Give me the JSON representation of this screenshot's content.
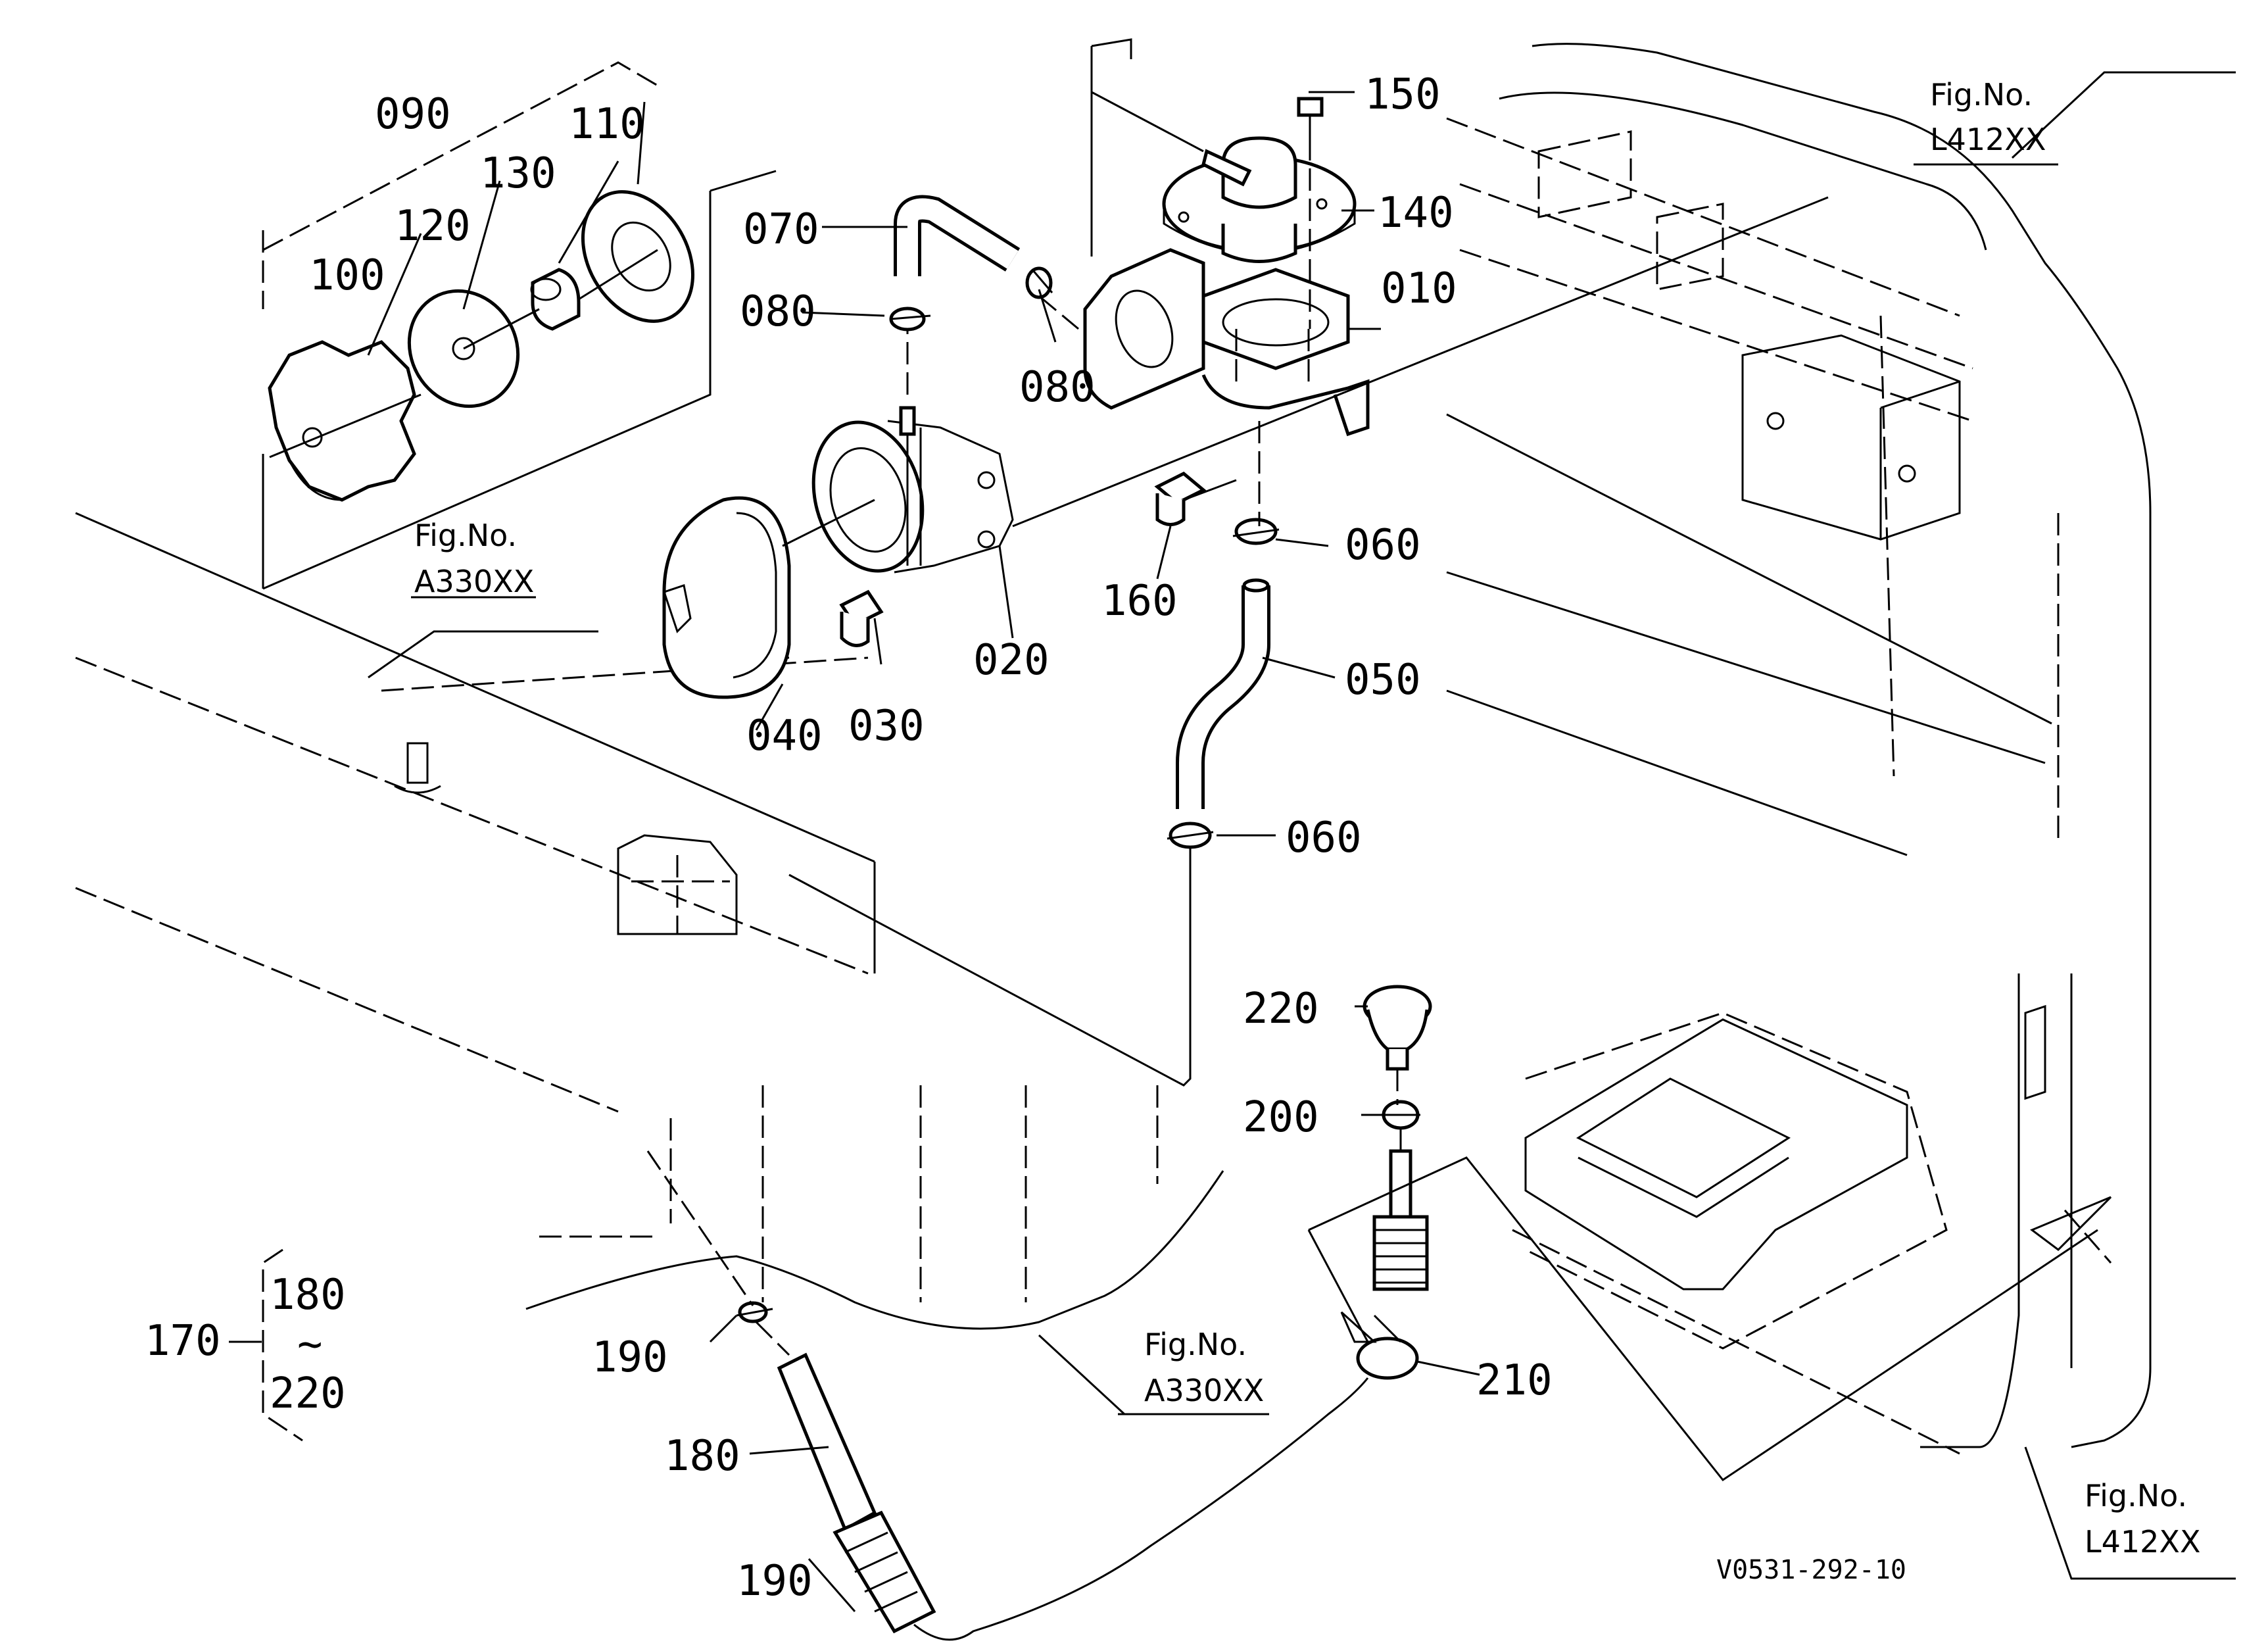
{
  "diagram": {
    "callouts": [
      {
        "id": "c010",
        "label": "010"
      },
      {
        "id": "c020",
        "label": "020"
      },
      {
        "id": "c030",
        "label": "030"
      },
      {
        "id": "c040",
        "label": "040"
      },
      {
        "id": "c050",
        "label": "050"
      },
      {
        "id": "c060a",
        "label": "060"
      },
      {
        "id": "c060b",
        "label": "060"
      },
      {
        "id": "c070",
        "label": "070"
      },
      {
        "id": "c080a",
        "label": "080"
      },
      {
        "id": "c080b",
        "label": "080"
      },
      {
        "id": "c090",
        "label": "090"
      },
      {
        "id": "c100",
        "label": "100"
      },
      {
        "id": "c110",
        "label": "110"
      },
      {
        "id": "c120",
        "label": "120"
      },
      {
        "id": "c130",
        "label": "130"
      },
      {
        "id": "c140",
        "label": "140"
      },
      {
        "id": "c150",
        "label": "150"
      },
      {
        "id": "c160",
        "label": "160"
      },
      {
        "id": "c170",
        "label": "170"
      },
      {
        "id": "c180a",
        "label": "180"
      },
      {
        "id": "c180b",
        "label": "180"
      },
      {
        "id": "c190a",
        "label": "190"
      },
      {
        "id": "c190b",
        "label": "190"
      },
      {
        "id": "c200",
        "label": "200"
      },
      {
        "id": "c210",
        "label": "210"
      },
      {
        "id": "c220a",
        "label": "220"
      },
      {
        "id": "c220b",
        "label": "220"
      }
    ],
    "range_separator": "~",
    "figure_refs": [
      {
        "id": "ref-a330-top",
        "title": "Fig.No.",
        "number": "A330XX"
      },
      {
        "id": "ref-a330-bottom",
        "title": "Fig.No.",
        "number": "A330XX"
      },
      {
        "id": "ref-l412-top",
        "title": "Fig.No.",
        "number": "L412XX"
      },
      {
        "id": "ref-l412-bottom",
        "title": "Fig.No.",
        "number": "L412XX"
      }
    ],
    "drawing_code": "V0531-292-10"
  }
}
